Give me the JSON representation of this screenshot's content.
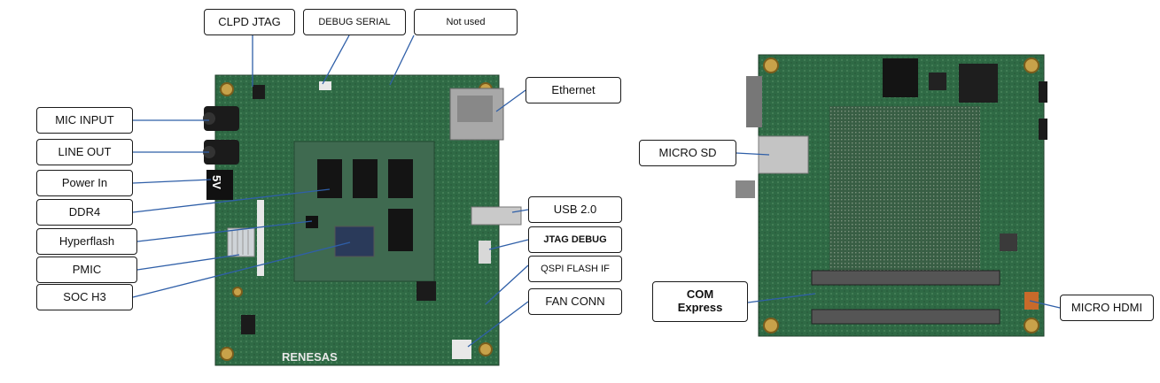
{
  "labels": {
    "clpd_jtag": "CLPD JTAG",
    "debug_serial": "DEBUG SERIAL",
    "not_used": "Not used",
    "ethernet": "Ethernet",
    "mic_input": "MIC INPUT",
    "line_out": "LINE OUT",
    "power_in": "Power In",
    "ddr4": "DDR4",
    "hyperflash": "Hyperflash",
    "pmic": "PMIC",
    "soc_h3": "SOC H3",
    "usb_20": "USB 2.0",
    "jtag_debug": "JTAG DEBUG",
    "qspi_flash_if": "QSPI FLASH IF",
    "fan_conn": "FAN CONN",
    "micro_sd": "MICRO SD",
    "com_express_line1": "COM",
    "com_express_line2": "Express",
    "micro_hdmi": "MICRO HDMI"
  },
  "board_text": {
    "power_marking": "5V",
    "brand": "RENESAS"
  },
  "colors": {
    "pcb": "#2f6a45",
    "pcb_dark": "#234f34",
    "leader_line": "#2f5fa8",
    "label_border": "#1a1a1a"
  }
}
